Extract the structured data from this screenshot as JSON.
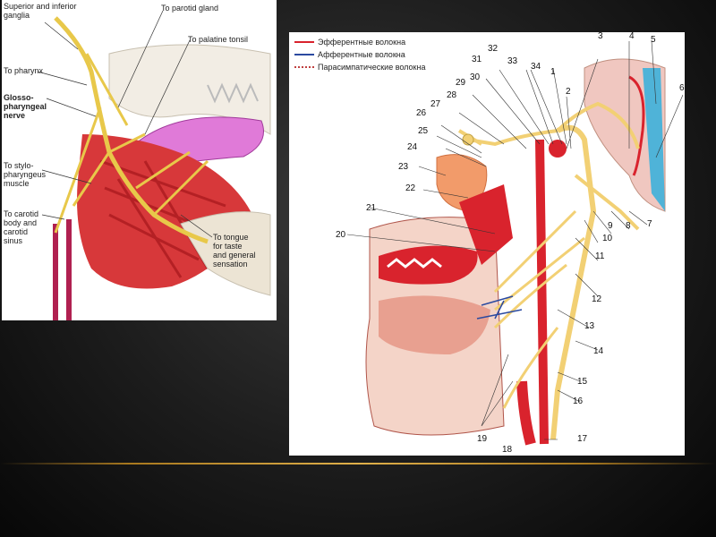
{
  "left_figure": {
    "labels": {
      "superior_inferior_ganglia": "Superior and inferior\nganglia",
      "to_pharynx": "To pharynx",
      "glossopharyngeal_nerve": "Glosso-\npharyngeal\nnerve",
      "to_stylopharyngeus": "To stylo-\npharyngeus\nmuscle",
      "to_carotid": "To carotid\nbody and\ncarotid\nsinus",
      "to_parotid": "To parotid gland",
      "to_palatine_tonsil": "To palatine tonsil",
      "to_tongue": "To tongue\nfor taste\nand general\nsensation"
    }
  },
  "right_figure": {
    "legend": {
      "efferent": "Эфферентные волокна",
      "afferent": "Афферентные волокна",
      "parasympathetic": "Парасимпатические волокна"
    },
    "numbers": [
      "1",
      "2",
      "3",
      "4",
      "5",
      "6",
      "7",
      "8",
      "9",
      "10",
      "11",
      "12",
      "13",
      "14",
      "15",
      "16",
      "17",
      "18",
      "19",
      "20",
      "21",
      "22",
      "23",
      "24",
      "25",
      "26",
      "27",
      "28",
      "29",
      "30",
      "31",
      "32",
      "33",
      "34"
    ],
    "colors": {
      "efferent": "#d9232d",
      "afferent": "#2b4aa0",
      "parasympathetic": "#c04040"
    }
  }
}
